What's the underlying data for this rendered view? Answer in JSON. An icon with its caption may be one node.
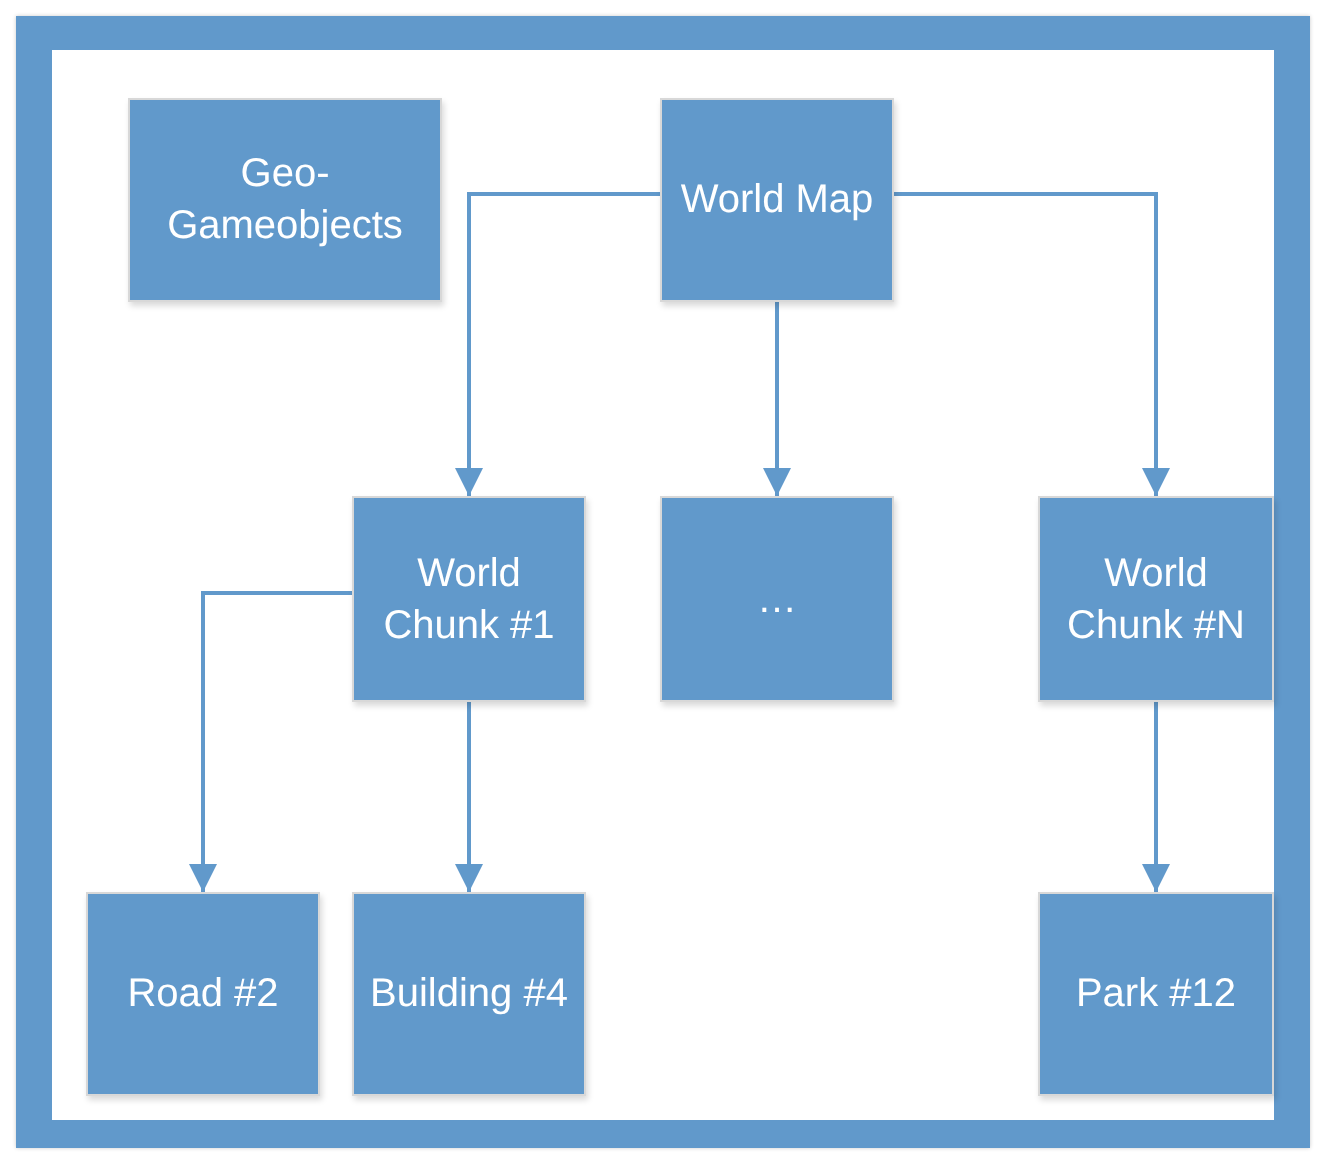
{
  "diagram": {
    "nodes": [
      {
        "text": [
          "Geo- Gameobjects"
        ]
      },
      {
        "text": [
          "World Map"
        ]
      },
      {
        "text": [
          "World Chunk #1"
        ]
      },
      {
        "text": [
          "…"
        ]
      },
      {
        "text": [
          "World Chunk #N"
        ]
      },
      {
        "text": [
          "Road #2"
        ]
      },
      {
        "text": [
          "Building #4"
        ]
      },
      {
        "text": [
          "Park #12"
        ]
      }
    ],
    "edges": [
      {
        "from": 1,
        "to": 2,
        "arrow": "to"
      },
      {
        "from": 1,
        "to": 3,
        "arrow": "to"
      },
      {
        "from": 1,
        "to": 4,
        "arrow": "to"
      },
      {
        "from": 2,
        "to": 5,
        "arrow": "to"
      },
      {
        "from": 2,
        "to": 6,
        "arrow": "to"
      },
      {
        "from": 4,
        "to": 7,
        "arrow": "to"
      }
    ]
  }
}
